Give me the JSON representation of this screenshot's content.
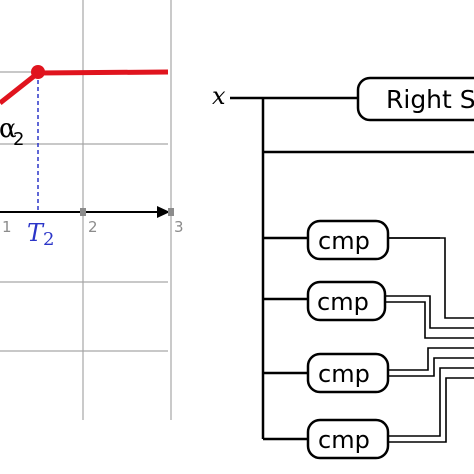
{
  "plot": {
    "tick_labels": [
      "1",
      "2",
      "3"
    ],
    "point_label_main": "T",
    "point_label_sub": "2",
    "slope_label_main": "α",
    "slope_label_sub": "2"
  },
  "network": {
    "input_label": "x",
    "top_box_label": "Right S",
    "comparators": [
      {
        "label": "cmp"
      },
      {
        "label": "cmp"
      },
      {
        "label": "cmp"
      },
      {
        "label": "cmp"
      }
    ]
  },
  "colors": {
    "curve": "#e0141e",
    "guide": "#2b35c8",
    "grid": "#a6a6a6"
  }
}
